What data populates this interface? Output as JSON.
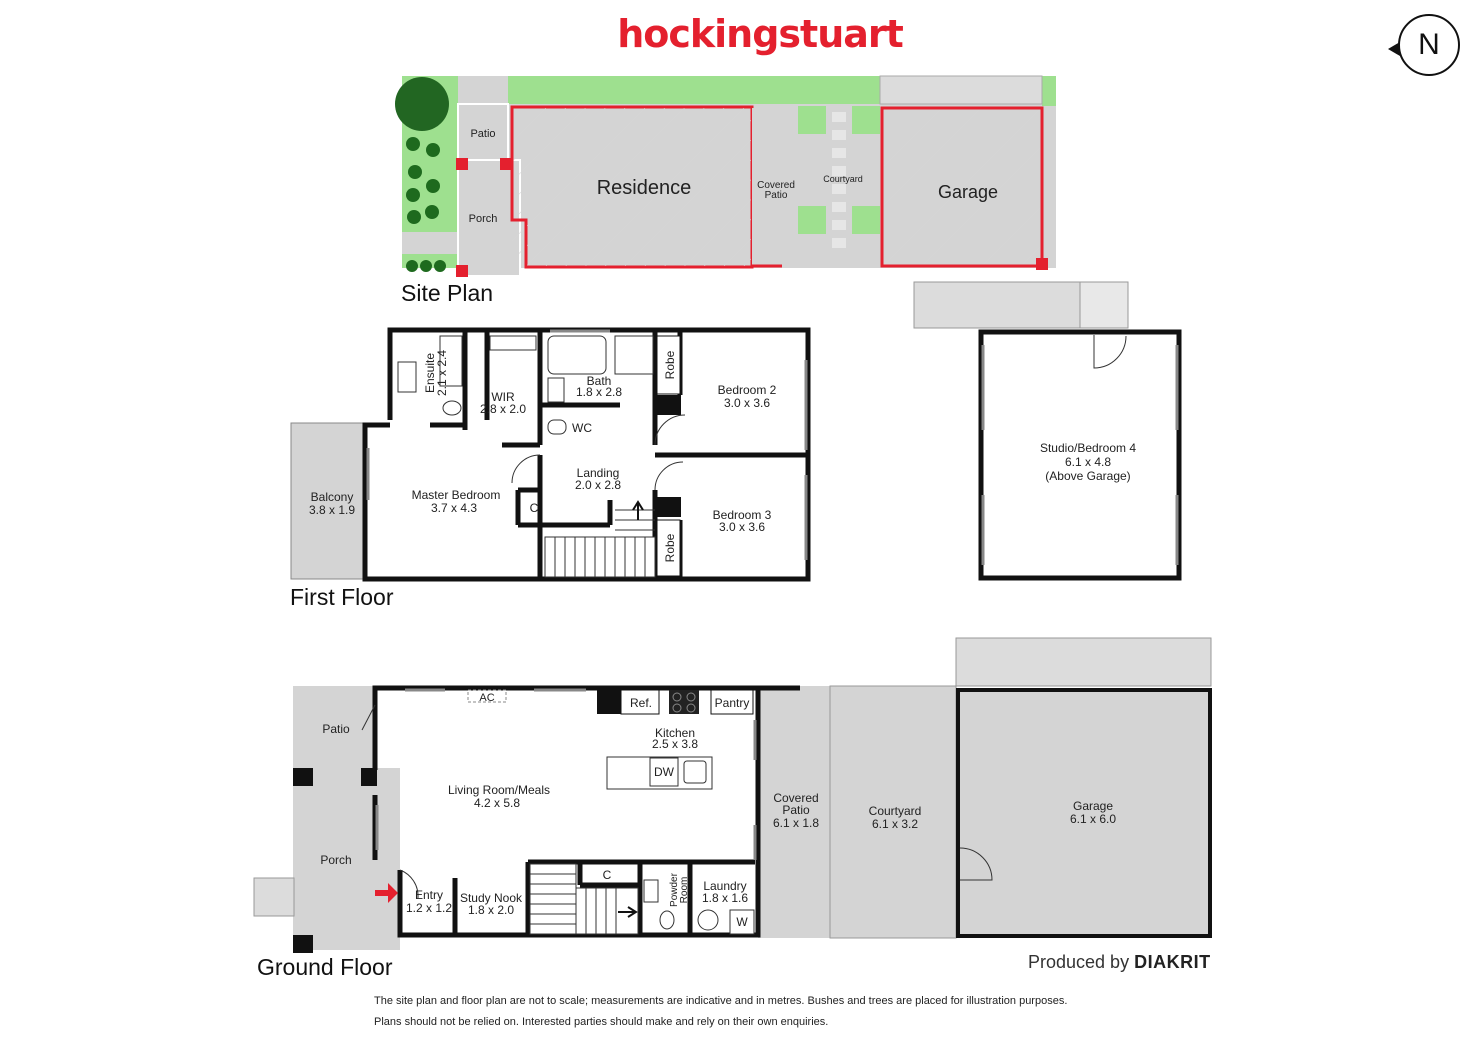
{
  "brand": {
    "name": "hockingstuart",
    "color": "#e4202e"
  },
  "compass": {
    "label": "N"
  },
  "sections": {
    "site_plan": "Site Plan",
    "first_floor": "First Floor",
    "ground_floor": "Ground Floor"
  },
  "site_plan": {
    "patio": "Patio",
    "porch": "Porch",
    "residence": "Residence",
    "covered_patio": [
      "Covered",
      "Patio"
    ],
    "courtyard": "Courtyard",
    "garage": "Garage"
  },
  "first_floor": {
    "ensuite": [
      "Ensuite",
      "2.1 x 2.4"
    ],
    "wir": [
      "WIR",
      "2.8 x 2.0"
    ],
    "bath": [
      "Bath",
      "1.8 x 2.8"
    ],
    "robe_top": "Robe",
    "robe_bottom": "Robe",
    "bedroom2": [
      "Bedroom 2",
      "3.0 x 3.6"
    ],
    "wc": "WC",
    "landing": [
      "Landing",
      "2.0 x 2.8"
    ],
    "balcony": [
      "Balcony",
      "3.8 x 1.9"
    ],
    "master": [
      "Master Bedroom",
      "3.7 x 4.3"
    ],
    "cupboard": "C",
    "bedroom3": [
      "Bedroom 3",
      "3.0 x 3.6"
    ],
    "studio": [
      "Studio/Bedroom 4",
      "6.1 x 4.8",
      "(Above Garage)"
    ]
  },
  "ground_floor": {
    "ac": "AC",
    "ref": "Ref.",
    "pantry": "Pantry",
    "kitchen": [
      "Kitchen",
      "2.5 x 3.8"
    ],
    "dw": "DW",
    "patio": "Patio",
    "living": [
      "Living Room/Meals",
      "4.2 x 5.8"
    ],
    "porch": "Porch",
    "entry": [
      "Entry",
      "1.2 x 1.2"
    ],
    "study": [
      "Study Nook",
      "1.8 x 2.0"
    ],
    "cupboard": "C",
    "powder": [
      "Powder",
      "Room"
    ],
    "laundry": [
      "Laundry",
      "1.8 x 1.6"
    ],
    "washer": "W",
    "covered_patio": [
      "Covered",
      "Patio",
      "6.1 x 1.8"
    ],
    "courtyard": [
      "Courtyard",
      "6.1 x 3.2"
    ],
    "garage": [
      "Garage",
      "6.1 x 6.0"
    ]
  },
  "credit": {
    "prefix": "Produced by",
    "company": "DIAKRIT"
  },
  "disclaimer": [
    "The site plan and floor plan are not to scale; measurements are indicative and in metres. Bushes and trees are placed for illustration purposes.",
    "Plans should not be relied on. Interested parties should make and rely on their own enquiries."
  ]
}
